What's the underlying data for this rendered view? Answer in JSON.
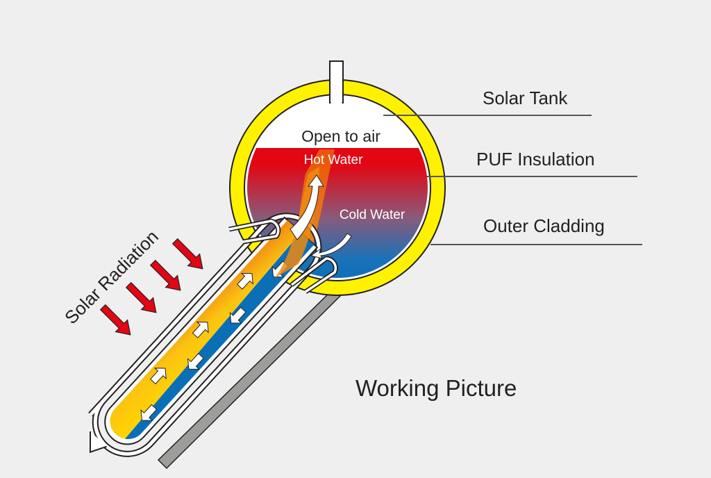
{
  "title": "Working Picture",
  "labels": {
    "solar_tank": "Solar Tank",
    "puf_insulation": "PUF Insulation",
    "outer_cladding": "Outer Cladding",
    "open_to_air": "Open to air",
    "hot_water": "Hot Water",
    "cold_water": "Cold Water",
    "solar_radiation": "Solar Radiation"
  },
  "colors": {
    "background": "#efefef",
    "cladding_yellow": "#fff200",
    "hot_red": "#e30613",
    "cold_blue": "#0a6fb7",
    "tube_yellow": "#ffd500",
    "tube_orange": "#f08a12",
    "radiation_arrow": "#e30613",
    "reflector_gray": "#9d9d9c",
    "outline": "#231f20"
  },
  "radiation_arrow_count": 4,
  "tube_flow_arrows": {
    "up": 3,
    "down": 4
  }
}
